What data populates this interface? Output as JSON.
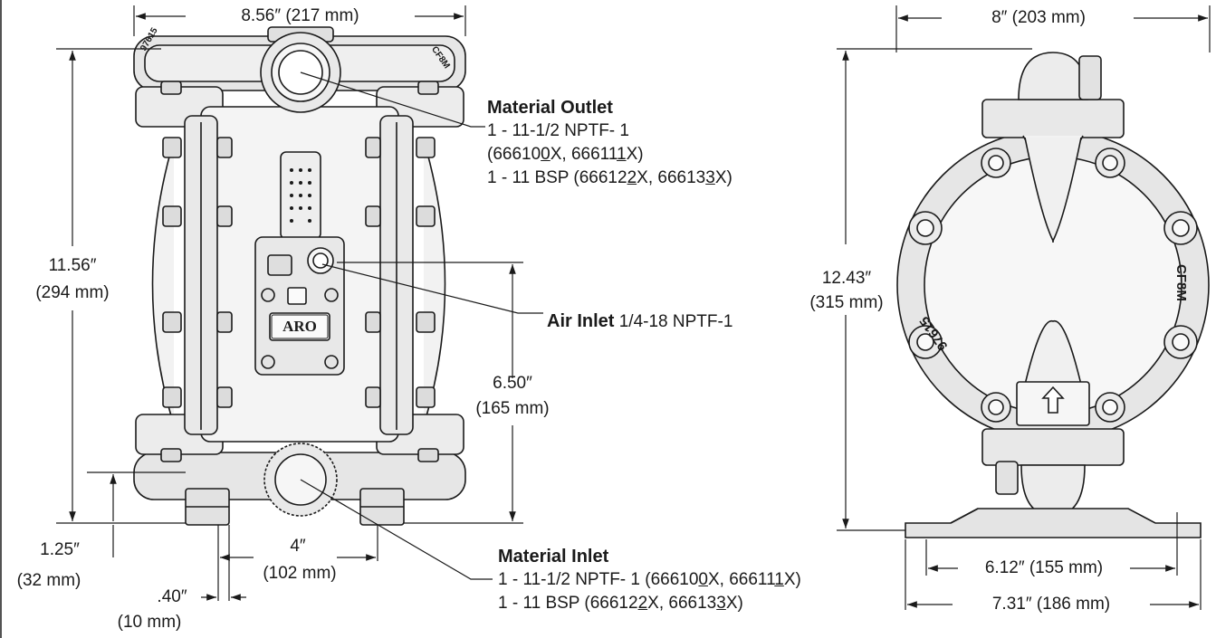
{
  "dimensions": {
    "front_width": "8.56″ (217 mm)",
    "front_height_in": "11.56″",
    "front_height_mm": "(294 mm)",
    "air_inlet_height_in": "6.50″",
    "air_inlet_height_mm": "(165 mm)",
    "base_height_in": "1.25″",
    "base_height_mm": "(32 mm)",
    "foot_spacing_in": "4″",
    "foot_spacing_mm": "(102 mm)",
    "foot_width_in": ".40″",
    "foot_width_mm": "(10 mm)",
    "side_width": "8″ (203 mm)",
    "side_height_in": "12.43″",
    "side_height_mm": "(315 mm)",
    "mount_inner": "6.12″ (155 mm)",
    "mount_outer": "7.31″ (186 mm)"
  },
  "callouts": {
    "material_outlet": {
      "title": "Material Outlet",
      "line1": "1 - 11-1/2 NPTF- 1",
      "line2_open": "(66610",
      "line2_code1": "0",
      "line2_mid": "X, 66611",
      "line2_code2": "1",
      "line2_close": "X)",
      "line3_open": "1 - 11 BSP (66612",
      "line3_code1": "2",
      "line3_mid": "X, 66613",
      "line3_code2": "3",
      "line3_close": "X)"
    },
    "air_inlet": {
      "title": "Air Inlet",
      "spec": "1/4-18 NPTF-1"
    },
    "material_inlet": {
      "title": "Material Inlet",
      "line1_open": "1 - 11-1/2 NPTF- 1 (66610",
      "line1_code1": "0",
      "line1_mid": "X, 66611",
      "line1_code2": "1",
      "line1_close": "X)",
      "line2_open": "1 - 11 BSP (66612",
      "line2_code1": "2",
      "line2_mid": "X, 66613",
      "line2_code2": "3",
      "line2_close": "X)"
    }
  },
  "markings": {
    "brand": "ARO",
    "casting_front_left": "97615",
    "casting_front_right": "CF8M",
    "casting_side_right": "CF8M",
    "casting_side_left": "97615"
  },
  "colors": {
    "line": "#1a1a1a",
    "body_fill": "#f2f2f2",
    "casting_fill": "#e4e4e4",
    "text": "#1a1a1a"
  }
}
